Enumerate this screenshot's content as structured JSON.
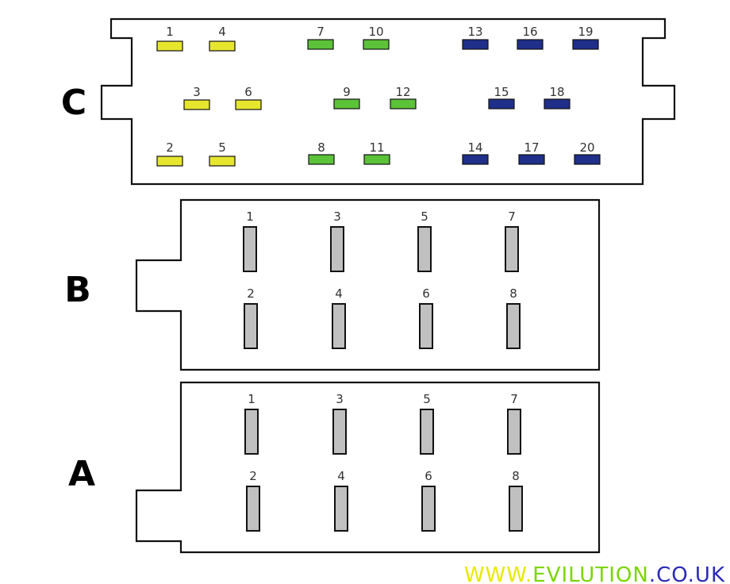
{
  "connector_c": {
    "label": "C",
    "pins": [
      {
        "n": "1",
        "color": "#e6e62e"
      },
      {
        "n": "4",
        "color": "#e6e62e"
      },
      {
        "n": "7",
        "color": "#5bc23a"
      },
      {
        "n": "10",
        "color": "#5bc23a"
      },
      {
        "n": "13",
        "color": "#1f2f8a"
      },
      {
        "n": "16",
        "color": "#1f2f8a"
      },
      {
        "n": "19",
        "color": "#1f2f8a"
      },
      {
        "n": "3",
        "color": "#e6e62e"
      },
      {
        "n": "6",
        "color": "#e6e62e"
      },
      {
        "n": "9",
        "color": "#5bc23a"
      },
      {
        "n": "12",
        "color": "#5bc23a"
      },
      {
        "n": "15",
        "color": "#1f2f8a"
      },
      {
        "n": "18",
        "color": "#1f2f8a"
      },
      {
        "n": "2",
        "color": "#e6e62e"
      },
      {
        "n": "5",
        "color": "#e6e62e"
      },
      {
        "n": "8",
        "color": "#5bc23a"
      },
      {
        "n": "11",
        "color": "#5bc23a"
      },
      {
        "n": "14",
        "color": "#1f2f8a"
      },
      {
        "n": "17",
        "color": "#1f2f8a"
      },
      {
        "n": "20",
        "color": "#1f2f8a"
      }
    ]
  },
  "connector_b": {
    "label": "B",
    "pins": [
      "1",
      "3",
      "5",
      "7",
      "2",
      "4",
      "6",
      "8"
    ]
  },
  "connector_a": {
    "label": "A",
    "pins": [
      "1",
      "3",
      "5",
      "7",
      "2",
      "4",
      "6",
      "8"
    ]
  },
  "watermark": {
    "www": "WWW.",
    "brand": "EVILUTION",
    "tld": ".CO.UK",
    "colors": {
      "www": "#e8e800",
      "brand": "#7ad600",
      "tld": "#2a2ab8"
    }
  }
}
